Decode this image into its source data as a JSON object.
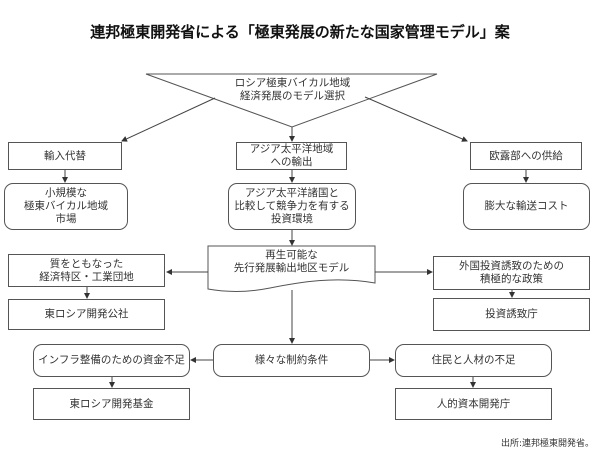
{
  "title": "連邦極東開発省による「極東発展の新たな国家管理モデル」案",
  "top": {
    "label": "ロシア極東バイカル地域\n経済発展のモデル選択"
  },
  "row1": {
    "left": "輸入代替",
    "center": "アジア太平洋地域\nへの輸出",
    "right": "欧露部への供給"
  },
  "row2": {
    "left": "小規模な\n極東バイカル地域\n市場",
    "center": "アジア太平洋諸国と\n比較して競争力を有する\n投資環境",
    "right": "膨大な輸送コスト"
  },
  "row3": {
    "left": "質をともなった\n経済特区・工業団地",
    "center": "再生可能な\n先行発展輸出地区モデル",
    "right": "外国投資誘致のための\n積極的な政策"
  },
  "row4": {
    "left": "東ロシア開発公社",
    "right": "投資誘致庁"
  },
  "row5": {
    "left": "インフラ整備のための資金不足",
    "center": "様々な制約条件",
    "right": "住民と人材の不足"
  },
  "row6": {
    "left": "東ロシア開発基金",
    "right": "人的資本開発庁"
  },
  "source": "出所:連邦極東開発省。",
  "colors": {
    "line": "#555555",
    "text": "#333333",
    "background": "#ffffff"
  }
}
